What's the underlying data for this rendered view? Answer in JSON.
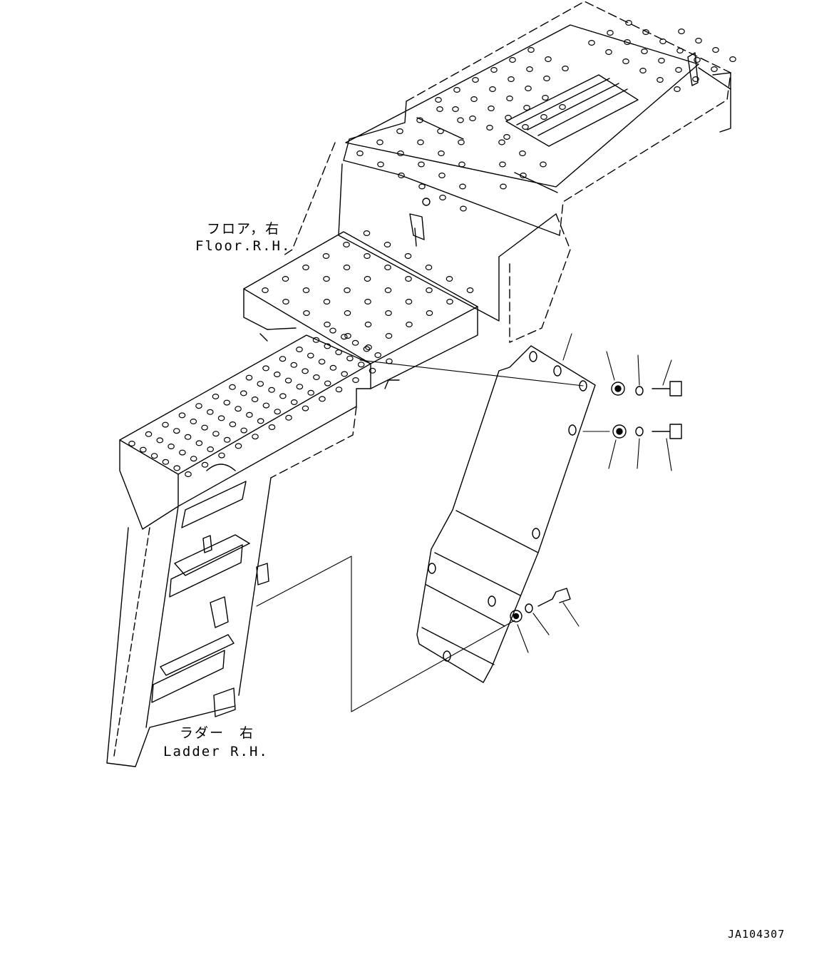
{
  "labels": {
    "floor_jp": "フロア，右",
    "floor_en": "Floor.R.H.",
    "ladder_jp": "ラダー　右",
    "ladder_en": "Ladder R.H.",
    "drawing_id": "JA104307"
  },
  "colors": {
    "line": "#000000",
    "background": "#ffffff"
  },
  "icons": {
    "bolt": "hex-bolt-icon",
    "washer": "washer-icon",
    "plate": "cover-plate-icon"
  }
}
